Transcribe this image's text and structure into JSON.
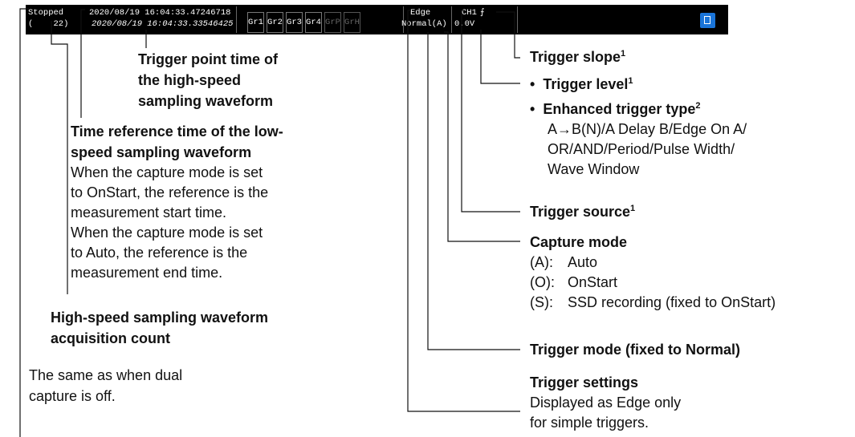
{
  "status_bar": {
    "status": "Stopped",
    "count": "(    22)",
    "trigger_time": "2020/08/19 16:04:33.47246718",
    "reference_time": "2020/08/19 16:04:33.33546425",
    "groups": [
      "Gr1",
      "Gr2",
      "Gr3",
      "Gr4",
      "GrP",
      "GrH"
    ],
    "trigger_type": "Edge",
    "trigger_mode": "Normal(A)",
    "trigger_source": "CH1",
    "trigger_slope_symbol": "⨍",
    "trigger_level": "0.0V"
  },
  "annotations": {
    "hs_trigger_time": "Trigger point time of the high-speed sampling waveform",
    "ls_reference_title": "Time reference time of the low-speed sampling waveform",
    "ls_reference_desc": [
      "When the capture mode is set",
      "to OnStart, the reference is the",
      "measurement start time.",
      "When the capture mode is set",
      "to Auto, the reference is the",
      "measurement end time."
    ],
    "hs_count": "High-speed sampling waveform acquisition count",
    "dual_off": "The same as when dual capture is off.",
    "trigger_slope": "Trigger slope",
    "trigger_level": "Trigger level",
    "enhanced_type": "Enhanced trigger type",
    "enhanced_desc": [
      "A→B(N)/A Delay B/Edge On A/",
      "OR/AND/Period/Pulse Width/",
      "Wave Window"
    ],
    "trigger_source": "Trigger source",
    "capture_mode": "Capture mode",
    "capture_modes": [
      "(A):",
      "Auto",
      "(O):",
      "OnStart",
      "(S):",
      "SSD recording (fixed to OnStart)"
    ],
    "trigger_mode": "Trigger mode (fixed to Normal)",
    "trigger_settings": "Trigger settings",
    "trigger_settings_desc": [
      "Displayed as Edge only",
      "for simple triggers."
    ],
    "footnote_1": "1",
    "footnote_2": "2"
  }
}
